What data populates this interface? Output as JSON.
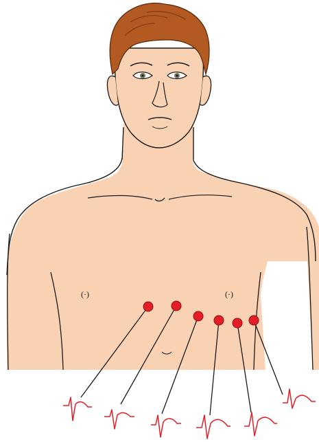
{
  "figure": {
    "subject": "precordial-ecg-lead-placement",
    "colors": {
      "skin": "#f9d2b3",
      "hair": "#b25a22",
      "hair_dark": "#7a3810",
      "outline": "#1a1a1a",
      "electrode": "#e41e26",
      "trace": "#e41e26",
      "background": "#ffffff"
    },
    "electrodes": [
      {
        "id": "V1"
      },
      {
        "id": "V2"
      },
      {
        "id": "V3"
      },
      {
        "id": "V4"
      },
      {
        "id": "V5"
      },
      {
        "id": "V6"
      }
    ]
  }
}
